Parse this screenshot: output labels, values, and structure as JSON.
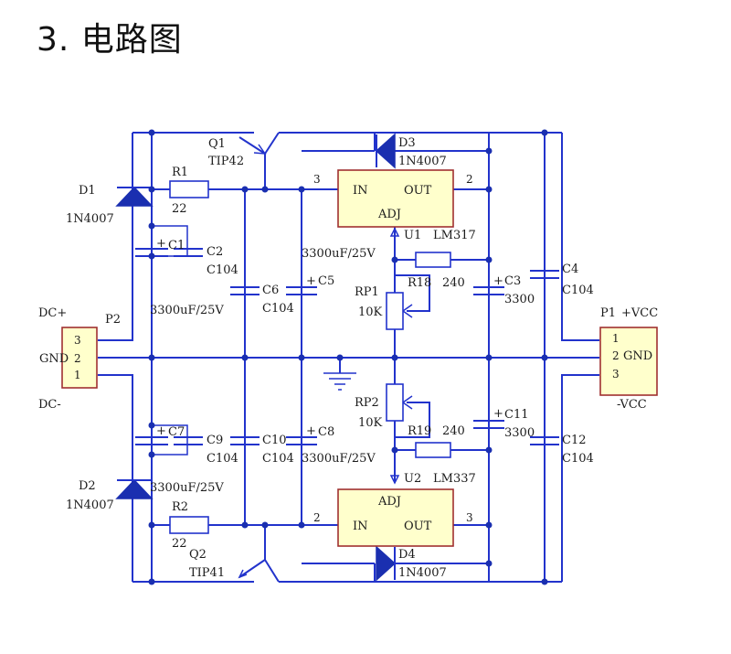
{
  "heading": "3. 电路图",
  "colors": {
    "wire": "#2233cc",
    "ic_fill": "#ffffcc",
    "ic_border": "#a03030",
    "junction": "#1a2fb0"
  },
  "input_connector": {
    "ref": "P2",
    "label_pos": "DC+",
    "label_gnd": "GND",
    "label_neg": "DC-",
    "pins": [
      "3",
      "2",
      "1"
    ]
  },
  "output_connector": {
    "ref": "P1",
    "label_pos": "+VCC",
    "label_gnd": "GND",
    "label_neg": "-VCC",
    "pins": [
      "1",
      "2",
      "3"
    ]
  },
  "top": {
    "diode": {
      "ref": "D1",
      "part": "1N4007"
    },
    "resistor": {
      "ref": "R1",
      "value": "22"
    },
    "transistor": {
      "ref": "Q1",
      "part": "TIP42"
    },
    "cap_elec": {
      "ref": "C1",
      "value": "3300uF/25V"
    },
    "cap_c2": {
      "ref": "C2",
      "value": "C104"
    },
    "cap_c6": {
      "ref": "C6",
      "value": "C104"
    },
    "cap_c5": {
      "ref": "C5",
      "value": "3300uF/25V"
    },
    "regulator": {
      "ref": "U1",
      "part": "LM317",
      "in": "IN",
      "out": "OUT",
      "adj": "ADJ",
      "pin_in": "3",
      "pin_out": "2"
    },
    "diode_d3": {
      "ref": "D3",
      "part": "1N4007"
    },
    "res_r18": {
      "ref": "R18",
      "value": "240"
    },
    "pot": {
      "ref": "RP1",
      "value": "10K"
    },
    "cap_c3": {
      "ref": "C3",
      "value": "3300"
    },
    "cap_c4": {
      "ref": "C4",
      "value": "C104"
    }
  },
  "bottom": {
    "diode": {
      "ref": "D2",
      "part": "1N4007"
    },
    "resistor": {
      "ref": "R2",
      "value": "22"
    },
    "transistor": {
      "ref": "Q2",
      "part": "TIP41"
    },
    "cap_elec": {
      "ref": "C7",
      "value": "3300uF/25V"
    },
    "cap_c9": {
      "ref": "C9",
      "value": "C104"
    },
    "cap_c10": {
      "ref": "C10",
      "value": "C104"
    },
    "cap_c8": {
      "ref": "C8",
      "value": "3300uF/25V"
    },
    "regulator": {
      "ref": "U2",
      "part": "LM337",
      "in": "IN",
      "out": "OUT",
      "adj": "ADJ",
      "pin_in": "2",
      "pin_out": "3"
    },
    "diode_d4": {
      "ref": "D4",
      "part": "1N4007"
    },
    "res_r19": {
      "ref": "R19",
      "value": "240"
    },
    "pot": {
      "ref": "RP2",
      "value": "10K"
    },
    "cap_c11": {
      "ref": "C11",
      "value": "3300"
    },
    "cap_c12": {
      "ref": "C12",
      "value": "C104"
    }
  }
}
